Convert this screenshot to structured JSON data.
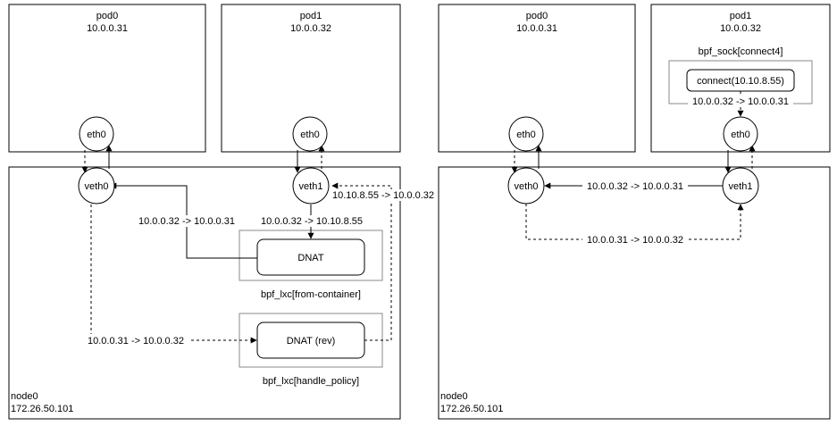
{
  "left": {
    "pod0": {
      "name": "pod0",
      "ip": "10.0.0.31"
    },
    "pod1": {
      "name": "pod1",
      "ip": "10.0.0.32"
    },
    "node": {
      "name": "node0",
      "ip": "172.26.50.101"
    },
    "eth0_pod0": "eth0",
    "eth0_pod1": "eth0",
    "veth0": "veth0",
    "veth1": "veth1",
    "dnat": "DNAT",
    "dnat_rev": "DNAT (rev)",
    "bpf_lxc_from": "bpf_lxc[from-container]",
    "bpf_lxc_policy": "bpf_lxc[handle_policy]",
    "edges": {
      "veth1_to_dnat": "10.0.0.32 -> 10.10.8.55",
      "dnat_to_veth0": "10.0.0.32 -> 10.0.0.31",
      "veth0_to_dnatrev": "10.0.0.31 -> 10.0.0.32",
      "dnatrev_to_veth1": "10.10.8.55 -> 10.0.0.32"
    }
  },
  "right": {
    "pod0": {
      "name": "pod0",
      "ip": "10.0.0.31"
    },
    "pod1": {
      "name": "pod1",
      "ip": "10.0.0.32"
    },
    "node": {
      "name": "node0",
      "ip": "172.26.50.101"
    },
    "eth0_pod0": "eth0",
    "eth0_pod1": "eth0",
    "veth0": "veth0",
    "veth1": "veth1",
    "bpf_sock": "bpf_sock[connect4]",
    "connect": "connect(10.10.8.55)",
    "edges": {
      "connect_to_eth0": "10.0.0.32 -> 10.0.0.31",
      "veth1_to_veth0": "10.0.0.32 -> 10.0.0.31",
      "veth0_to_veth1": "10.0.0.31 -> 10.0.0.32"
    }
  }
}
